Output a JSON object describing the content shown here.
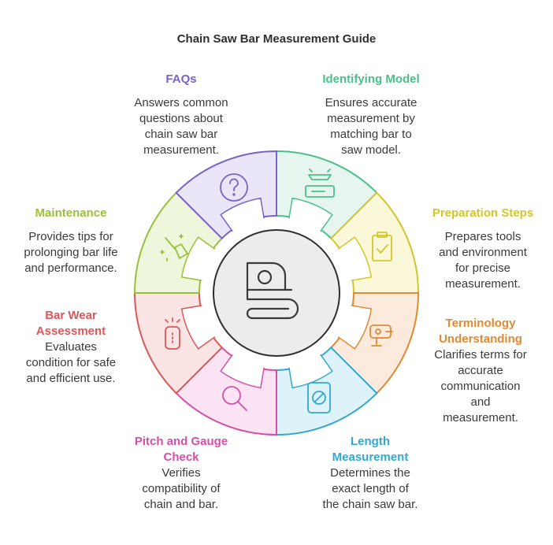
{
  "title": "Chain Saw Bar Measurement Guide",
  "center_icon": "tape-measure-icon",
  "colors": {
    "identifying": "#4cbf8c",
    "preparation": "#d4c62a",
    "terminology": "#e08a33",
    "length": "#34a7d1",
    "pitch": "#d450a8",
    "barwear": "#d9585a",
    "maintenance": "#9bbf3a",
    "faqs": "#7a62c9"
  },
  "sections": {
    "identifying": {
      "title": "Identifying Model",
      "body": [
        "Ensures accurate",
        "measurement by",
        "matching bar to",
        "saw model."
      ],
      "icon": "saw-cutting-wood-icon"
    },
    "preparation": {
      "title": "Preparation Steps",
      "body": [
        "Prepares tools",
        "and environment",
        "for precise",
        "measurement."
      ],
      "icon": "clipboard-check-icon"
    },
    "terminology": {
      "title": [
        "Terminology",
        "Understanding"
      ],
      "body": [
        "Clarifies terms for",
        "accurate",
        "communication",
        "and",
        "measurement."
      ],
      "icon": "jigsaw-icon"
    },
    "length": {
      "title": [
        "Length",
        "Measurement"
      ],
      "body": [
        "Determines the",
        "exact length of",
        "the chain saw bar."
      ],
      "icon": "tablet-ruler-icon"
    },
    "pitch": {
      "title": [
        "Pitch and Gauge",
        "Check"
      ],
      "body": [
        "Verifies",
        "compatibility of",
        "chain and bar."
      ],
      "icon": "magnifier-icon"
    },
    "barwear": {
      "title": [
        "Bar Wear",
        "Assessment"
      ],
      "body": [
        "Evaluates",
        "condition for safe",
        "and efficient use."
      ],
      "icon": "bar-wear-icon"
    },
    "maintenance": {
      "title": "Maintenance",
      "body": [
        "Provides tips for",
        "prolonging bar life",
        "and performance."
      ],
      "icon": "broom-sparkles-icon"
    },
    "faqs": {
      "title": "FAQs",
      "body": [
        "Answers common",
        "questions about",
        "chain saw bar",
        "measurement."
      ],
      "icon": "question-icon"
    }
  }
}
